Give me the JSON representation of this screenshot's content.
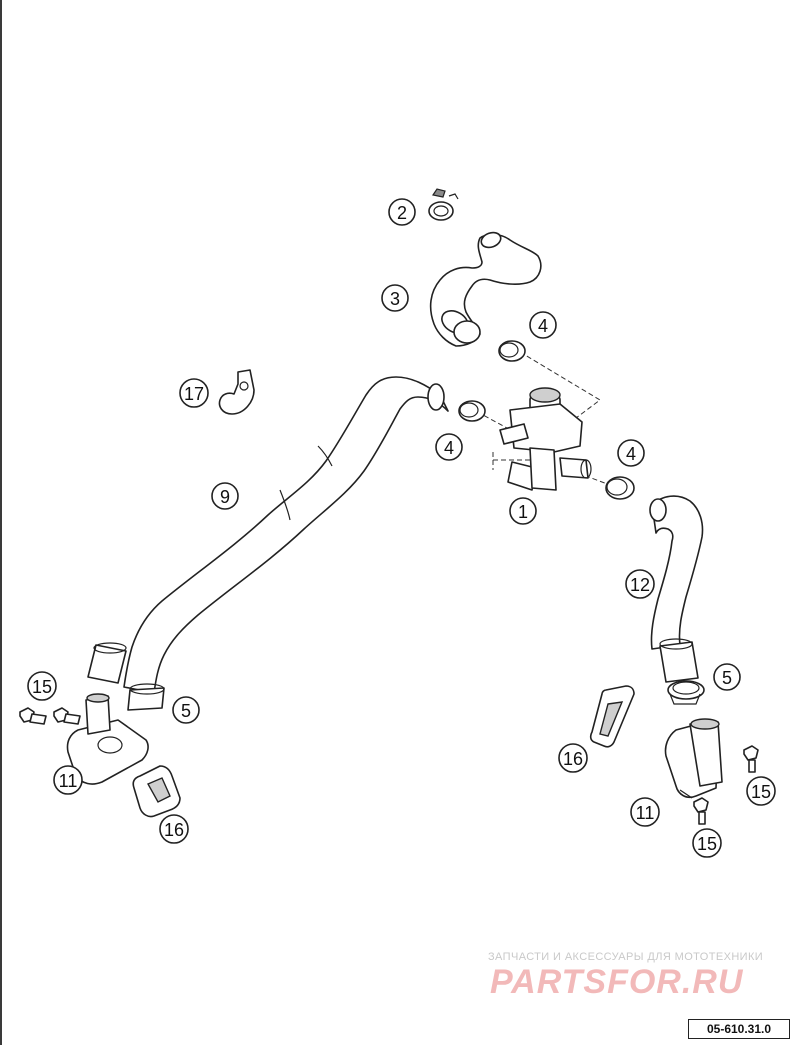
{
  "callouts": {
    "c1": "1",
    "c2": "2",
    "c3": "3",
    "c4a": "4",
    "c4b": "4",
    "c4c": "4",
    "c5a": "5",
    "c5b": "5",
    "c9": "9",
    "c11a": "11",
    "c11b": "11",
    "c12": "12",
    "c15a": "15",
    "c15b": "15",
    "c15c": "15",
    "c16a": "16",
    "c16b": "16",
    "c17": "17"
  },
  "watermark": {
    "tagline": "ЗАПЧАСТИ И АКСЕССУАРЫ ДЛЯ МОТОТЕХНИКИ",
    "logo": "PARTSFOR.RU"
  },
  "drawing_code": "05-610.31.0",
  "colors": {
    "line": "#222222",
    "watermark_logo": "#f2b9b9",
    "watermark_text": "#c9c9c9"
  }
}
